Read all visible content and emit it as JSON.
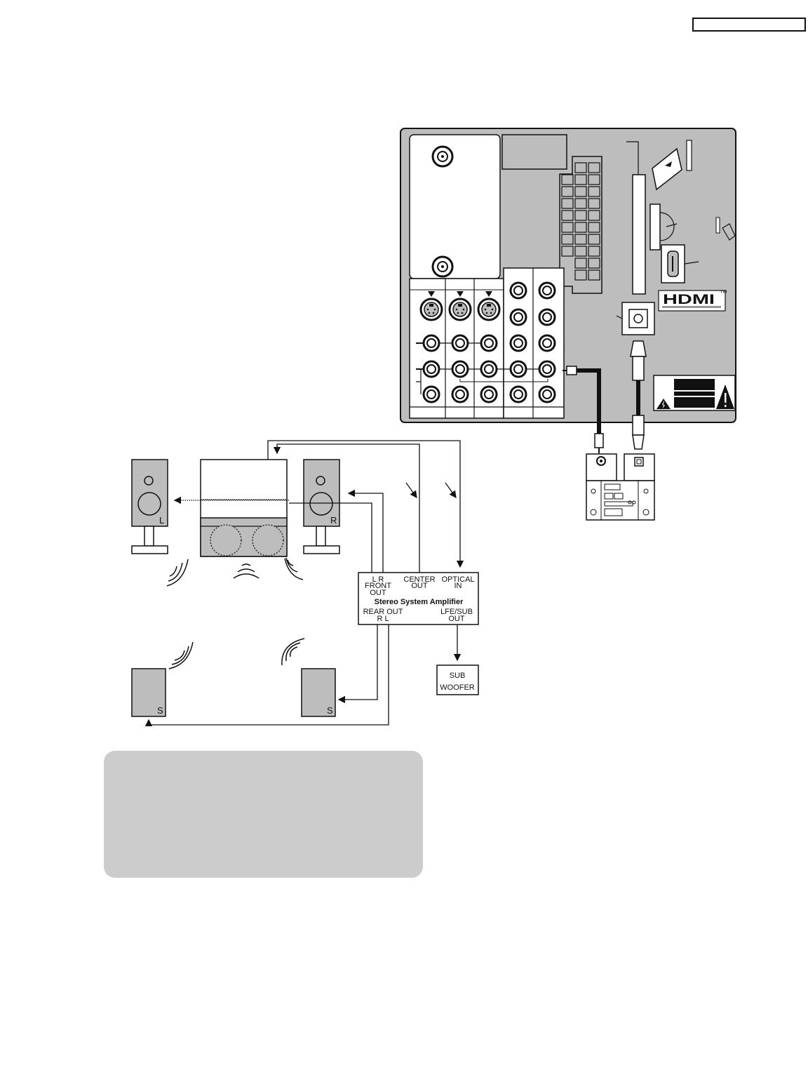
{
  "header": {
    "ref_box_text": ""
  },
  "tv_panel": {
    "hdmi_logo": "HDMI",
    "trademark": "™"
  },
  "amplifier": {
    "front_out_lr": "L  R",
    "front_out_1": "FRONT",
    "front_out_2": "OUT",
    "center_out_1": "CENTER",
    "center_out_2": "OUT",
    "optical_in_1": "OPTICAL",
    "optical_in_2": "IN",
    "title": "Stereo System Amplifier",
    "rear_out": "REAR OUT",
    "rear_out_rl": "R   L",
    "lfe_sub_1": "LFE/SUB",
    "lfe_sub_2": "OUT"
  },
  "speakers": {
    "front_left": "L",
    "front_right": "R",
    "surround_left": "S",
    "surround_right": "S"
  },
  "subwoofer": {
    "line1": "SUB",
    "line2": "WOOFER"
  },
  "colors": {
    "panel_gray": "#bdbdbd",
    "note_gray": "#cccccc",
    "line": "#111111"
  }
}
